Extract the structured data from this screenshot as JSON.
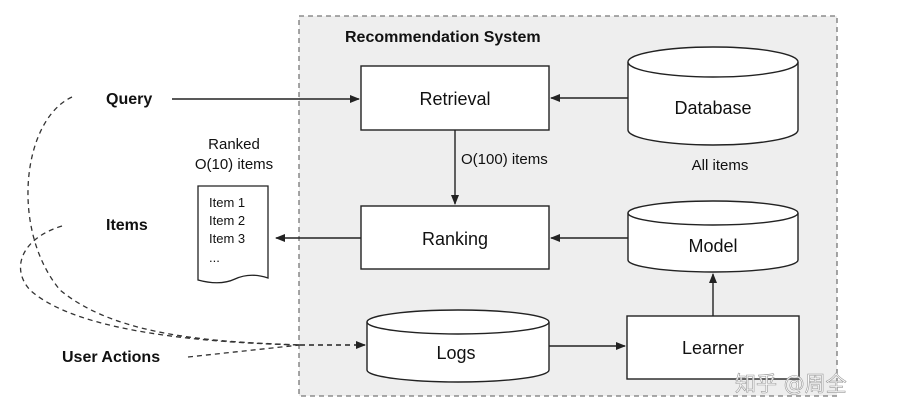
{
  "system": {
    "title": "Recommendation System"
  },
  "nodes": {
    "retrieval": "Retrieval",
    "database": "Database",
    "database_caption": "All items",
    "ranking": "Ranking",
    "model": "Model",
    "logs": "Logs",
    "learner": "Learner"
  },
  "edge_labels": {
    "retrieval_to_ranking": "O(100) items"
  },
  "inputs": {
    "query": "Query",
    "items": "Items",
    "user_actions": "User Actions"
  },
  "ranked": {
    "caption_line1": "Ranked",
    "caption_line2": "O(10) items",
    "list": [
      "Item 1",
      "Item 2",
      "Item 3",
      "..."
    ]
  },
  "watermark": "知乎 @周全"
}
